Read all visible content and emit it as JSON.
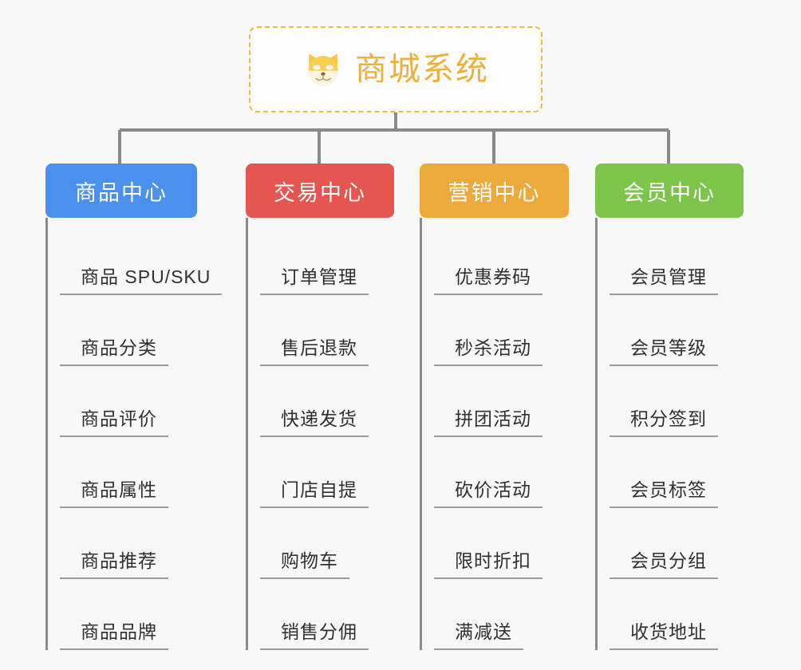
{
  "background_color": "#f8f8f8",
  "root": {
    "title": "商城系统",
    "icon": "shiba-dog-icon",
    "border_color": "#f0b840",
    "text_color": "#eeb03a"
  },
  "connector_color": "#8a8a8a",
  "branches": [
    {
      "label": "商品中心",
      "color": "#4a90ec",
      "items": [
        "商品 SPU/SKU",
        "商品分类",
        "商品评价",
        "商品属性",
        "商品推荐",
        "商品品牌"
      ]
    },
    {
      "label": "交易中心",
      "color": "#e4564f",
      "items": [
        "订单管理",
        "售后退款",
        "快递发货",
        "门店自提",
        "购物车",
        "销售分佣"
      ]
    },
    {
      "label": "营销中心",
      "color": "#eca93c",
      "items": [
        "优惠券码",
        "秒杀活动",
        "拼团活动",
        "砍价活动",
        "限时折扣",
        "满减送"
      ]
    },
    {
      "label": "会员中心",
      "color": "#7cc44a",
      "items": [
        "会员管理",
        "会员等级",
        "积分签到",
        "会员标签",
        "会员分组",
        "收货地址"
      ]
    }
  ]
}
